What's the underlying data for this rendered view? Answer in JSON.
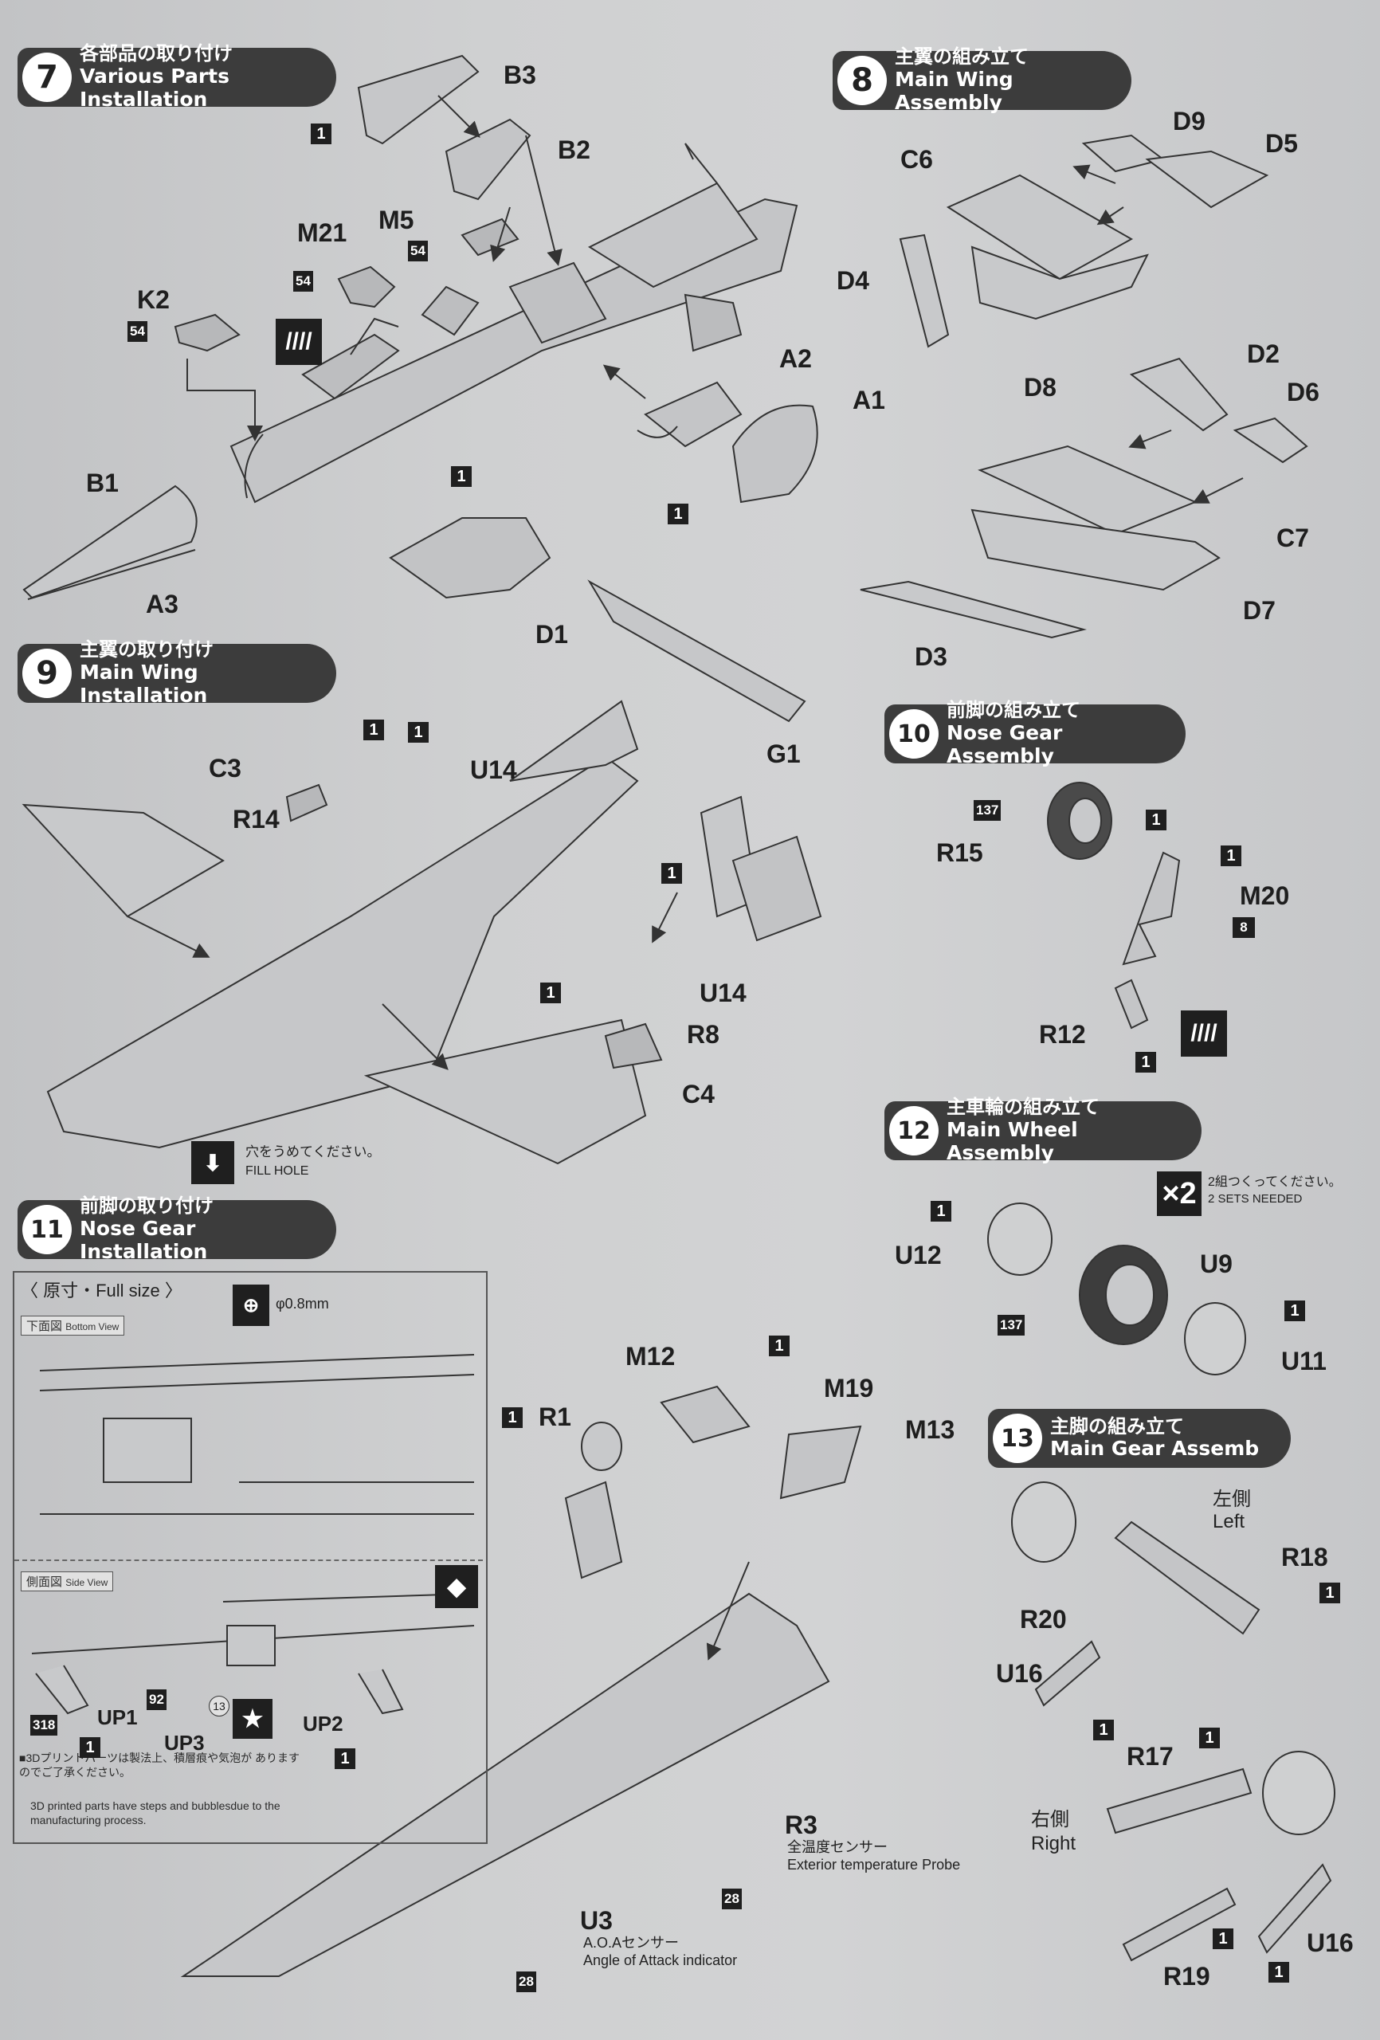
{
  "steps": {
    "s7": {
      "num": "7",
      "jp": "各部品の取り付け",
      "en": "Various Parts Installation"
    },
    "s8": {
      "num": "8",
      "jp": "主翼の組み立て",
      "en": "Main Wing Assembly"
    },
    "s9": {
      "num": "9",
      "jp": "主翼の取り付け",
      "en": "Main Wing Installation"
    },
    "s10": {
      "num": "10",
      "jp": "前脚の組み立て",
      "en": "Nose Gear Assembly"
    },
    "s11": {
      "num": "11",
      "jp": "前脚の取り付け",
      "en": "Nose Gear Installation"
    },
    "s12": {
      "num": "12",
      "jp": "主車輪の組み立て",
      "en": "Main Wheel Assembly"
    },
    "s13": {
      "num": "13",
      "jp": "主脚の組み立て",
      "en": "Main Gear Assemb"
    }
  },
  "parts": {
    "B3": "B3",
    "B2": "B2",
    "M21": "M21",
    "M5": "M5",
    "K2": "K2",
    "A2": "A2",
    "A1": "A1",
    "B1": "B1",
    "A3": "A3",
    "C6": "C6",
    "D9": "D9",
    "D5": "D5",
    "D4": "D4",
    "D8": "D8",
    "D2": "D2",
    "D6": "D6",
    "C7": "C7",
    "D7": "D7",
    "D3": "D3",
    "D1": "D1",
    "C3": "C3",
    "U14": "U14",
    "R14": "R14",
    "G1": "G1",
    "U14b": "U14",
    "R8": "R8",
    "C4": "C4",
    "R15": "R15",
    "M20": "M20",
    "R12": "R12",
    "U12": "U12",
    "U9": "U9",
    "U11": "U11",
    "R1": "R1",
    "M12": "M12",
    "M19": "M19",
    "M13": "M13",
    "UP1": "UP1",
    "UP3": "UP3",
    "UP2": "UP2",
    "R3": "R3",
    "U3": "U3",
    "R18": "R18",
    "R20": "R20",
    "U16": "U16",
    "R17": "R17",
    "R19": "R19",
    "U16b": "U16"
  },
  "paint_codes": {
    "one": "1",
    "c54": "54",
    "c137": "137",
    "c8": "8",
    "c92": "92",
    "c13": "13",
    "c318": "318",
    "c28": "28"
  },
  "notes": {
    "fill_hole_jp": "穴をうめてください。",
    "fill_hole_en": "FILL HOLE",
    "sets_jp": "2組つくってください。",
    "sets_en": "2 SETS NEEDED",
    "x2": "×2",
    "full_size": "〈 原寸・Full size 〉",
    "drill": "φ0.8mm",
    "bottom_view_jp": "下面図",
    "bottom_view_en": "Bottom View",
    "side_view_jp": "側面図",
    "side_view_en": "Side View",
    "printed_jp": "■3Dプリントパーツは製法上、積層痕や気泡が ありますのでご了承ください。",
    "printed_en": "3D printed parts have steps and bubblesdue to the manufacturing process.",
    "r3_jp": "全温度センサー",
    "r3_en": "Exterior temperature Probe",
    "u3_jp": "A.O.Aセンサー",
    "u3_en": "Angle of Attack indicator",
    "left_jp": "左側",
    "left_en": "Left",
    "right_jp": "右側",
    "right_en": "Right"
  },
  "icons": [
    "paint-stripe-icon",
    "fill-hole-icon",
    "drill-icon",
    "diamond-mark-icon",
    "star-mark-icon"
  ]
}
